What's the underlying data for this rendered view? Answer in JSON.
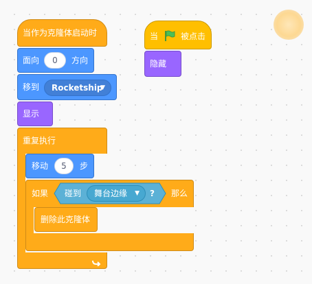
{
  "script_clone": {
    "hat_label": "当作为克隆体启动时",
    "point_label": "面向",
    "point_value": "0",
    "point_suffix": "方向",
    "goto_label": "移到",
    "goto_target": "Rocketship",
    "show_label": "显示",
    "forever_label": "重复执行",
    "move_label": "移动",
    "move_value": "5",
    "move_suffix": "步",
    "if_label": "如果",
    "if_then": "那么",
    "touching_label": "碰到",
    "touching_target": "舞台边缘",
    "touching_q": "?",
    "delete_label": "删除此克隆体"
  },
  "script_flag": {
    "when_label": "当",
    "clicked_label": "被点击",
    "hide_label": "隐藏"
  },
  "icons": [
    "green-flag-icon",
    "loop-arrow-icon",
    "dropdown-caret-icon"
  ],
  "colors": {
    "control": "#ffab19",
    "events": "#ffbf00",
    "motion": "#4c97ff",
    "looks": "#9966ff",
    "sensing": "#5cb1d6"
  }
}
